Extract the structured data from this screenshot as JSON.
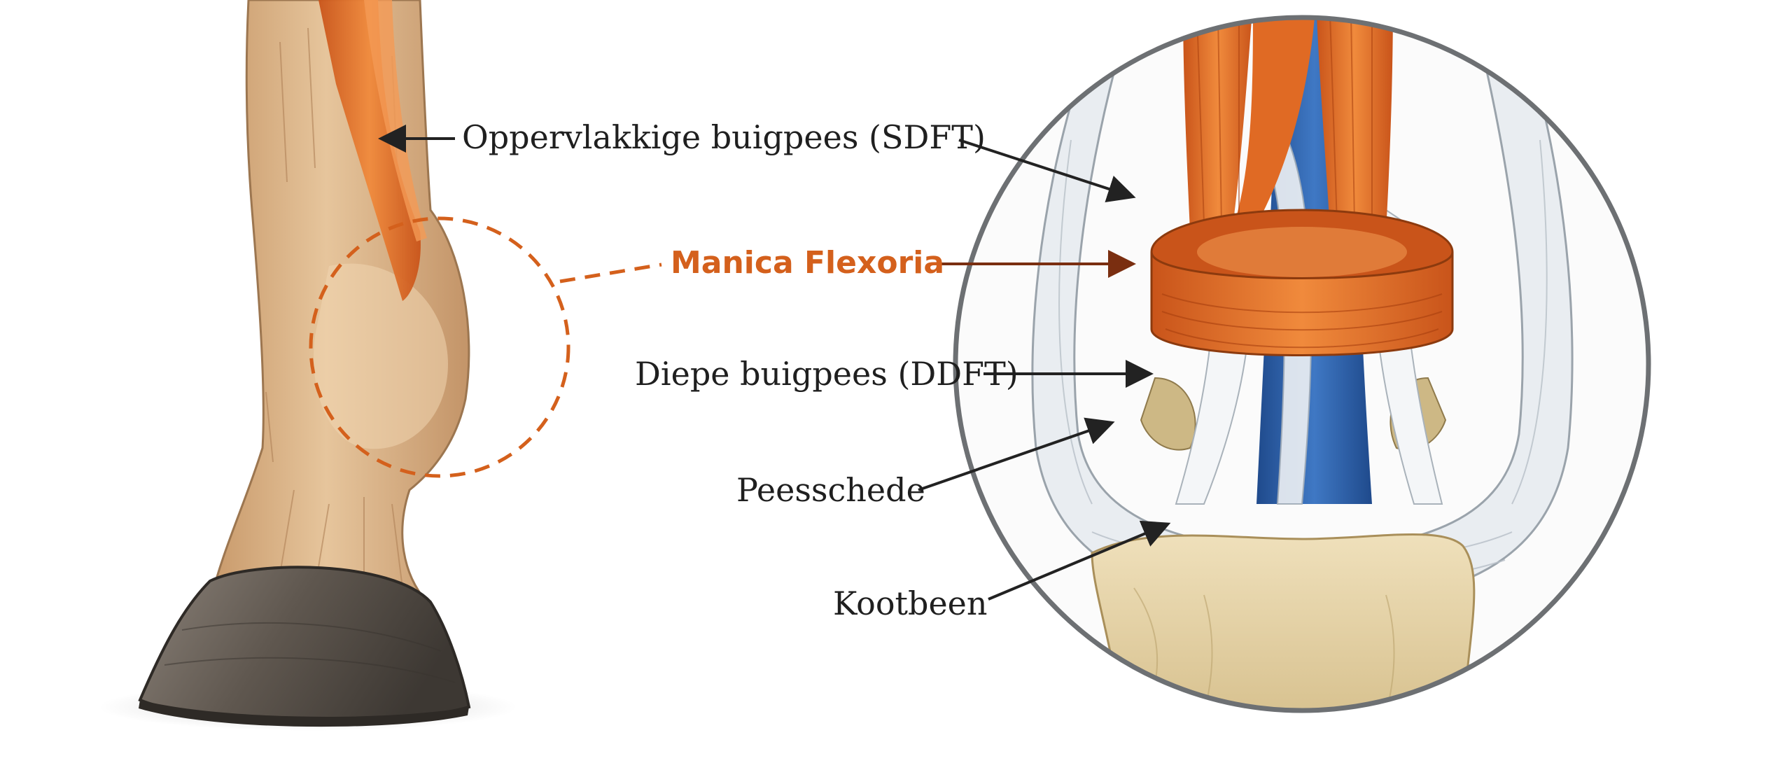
{
  "colors": {
    "accent": "#d4601c",
    "tendon_orange": "#e8702a",
    "ddft_blue": "#2f5fa8",
    "sheath_white": "#e9edf1",
    "bone": "#e6d3a6",
    "coat": "#d9b48a",
    "hoof": "#6b625a",
    "ring_gray": "#6d7073",
    "leader_dark": "#222222",
    "leader_accent": "#7a2e10"
  },
  "icons": [
    "horse-leg-illustration",
    "magnified-tendon-cross-section"
  ],
  "labels": {
    "sdft": "Oppervlakkige buigpees (SDFT)",
    "manica": "Manica Flexoria",
    "ddft": "Diepe buigpees (DDFT)",
    "peesschede": "Peesschede",
    "kootbeen": "Kootbeen"
  }
}
